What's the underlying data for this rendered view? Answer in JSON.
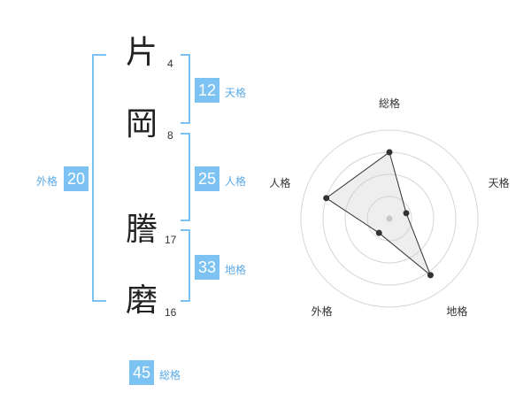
{
  "name": {
    "chars": [
      {
        "char": "片",
        "strokes": "4"
      },
      {
        "char": "岡",
        "strokes": "8"
      },
      {
        "char": "謄",
        "strokes": "17"
      },
      {
        "char": "磨",
        "strokes": "16"
      }
    ]
  },
  "kakusu": {
    "tenkaku": {
      "value": "12",
      "label": "天格"
    },
    "jinkaku": {
      "value": "25",
      "label": "人格"
    },
    "chikaku": {
      "value": "33",
      "label": "地格"
    },
    "gaikaku": {
      "value": "20",
      "label": "外格"
    },
    "soukaku": {
      "value": "45",
      "label": "総格"
    }
  },
  "colors": {
    "accent": "#7cc3f4",
    "label": "#5aa9e6",
    "text": "#222222"
  },
  "chart_data": {
    "type": "radar",
    "axes": [
      "総格",
      "天格",
      "地格",
      "外格",
      "人格"
    ],
    "values": [
      0.75,
      0.2,
      0.79,
      0.2,
      0.75
    ],
    "range": [
      0,
      1
    ],
    "rings": 4
  }
}
